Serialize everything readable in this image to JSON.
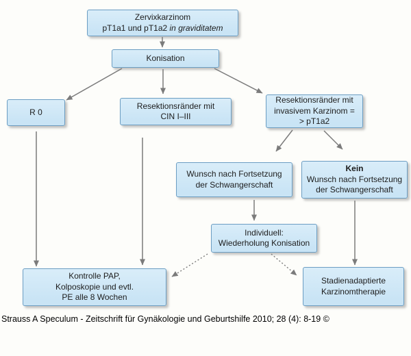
{
  "diagram": {
    "title_hint": "Flowchart: management of cervical carcinoma pT1a in pregnancy",
    "nodes": {
      "zervix": {
        "line1": "Zervixkarzinom",
        "line2_normal": "pT1a1 und pT1a2 ",
        "line2_italic": "in graviditatem"
      },
      "konisation": {
        "label": "Konisation"
      },
      "r0": {
        "label": "R 0"
      },
      "cin": {
        "line1": "Resektionsränder mit",
        "line2": "CIN I–III"
      },
      "invasiv": {
        "line1": "Resektionsränder mit",
        "line2": "invasivem Karzinom =",
        "line3": "> pT1a2"
      },
      "wunsch": {
        "line1": "Wunsch nach Fortsetzung",
        "line2": "der Schwangerschaft"
      },
      "kein": {
        "line1_bold": "Kein",
        "line2": "Wunsch nach Fortsetzung",
        "line3": "der Schwangerschaft"
      },
      "individuell": {
        "line1": "Individuell:",
        "line2": "Wiederholung Konisation"
      },
      "kontrolle": {
        "line1": "Kontrolle PAP,",
        "line2": "Kolposkopie und evtl.",
        "line3": "PE alle 8 Wochen"
      },
      "stadien": {
        "line1": "Stadienadaptierte",
        "line2": "Karzinomtherapie"
      }
    },
    "edges": [
      "Zervixkarzinom -> Konisation (solid)",
      "Konisation -> R 0 (solid)",
      "Konisation -> Resektionsränder mit CIN I–III (solid)",
      "Konisation -> Resektionsränder mit invasivem Karzinom = > pT1a2 (solid)",
      "R 0 -> Kontrolle PAP (solid)",
      "Resektionsränder mit CIN I–III -> Kontrolle PAP (solid)",
      "Resektionsränder mit invasivem Karzinom -> Wunsch nach Fortsetzung der Schwangerschaft (solid)",
      "Resektionsränder mit invasivem Karzinom -> Kein Wunsch nach Fortsetzung der Schwangerschaft (solid)",
      "Wunsch nach Fortsetzung -> Individuell: Wiederholung Konisation (solid)",
      "Kein Wunsch nach Fortsetzung -> Stadienadaptierte Karzinomtherapie (solid)",
      "Individuell: Wiederholung Konisation -> Kontrolle PAP (dotted)",
      "Individuell: Wiederholung Konisation -> Stadienadaptierte Karzinomtherapie (dotted)"
    ],
    "caption": "Strauss A Speculum - Zeitschrift für Gynäkologie und Geburtshilfe 2010; 28 (4): 8-19 ©"
  },
  "colors": {
    "box_fill": "#c9e4f5",
    "box_fill_top": "#d9edf9",
    "box_border": "#6b9dc2",
    "arrow_color": "#7b7b7b",
    "bg_color": "#fdfdfa",
    "text_color": "#1c1c1c"
  }
}
